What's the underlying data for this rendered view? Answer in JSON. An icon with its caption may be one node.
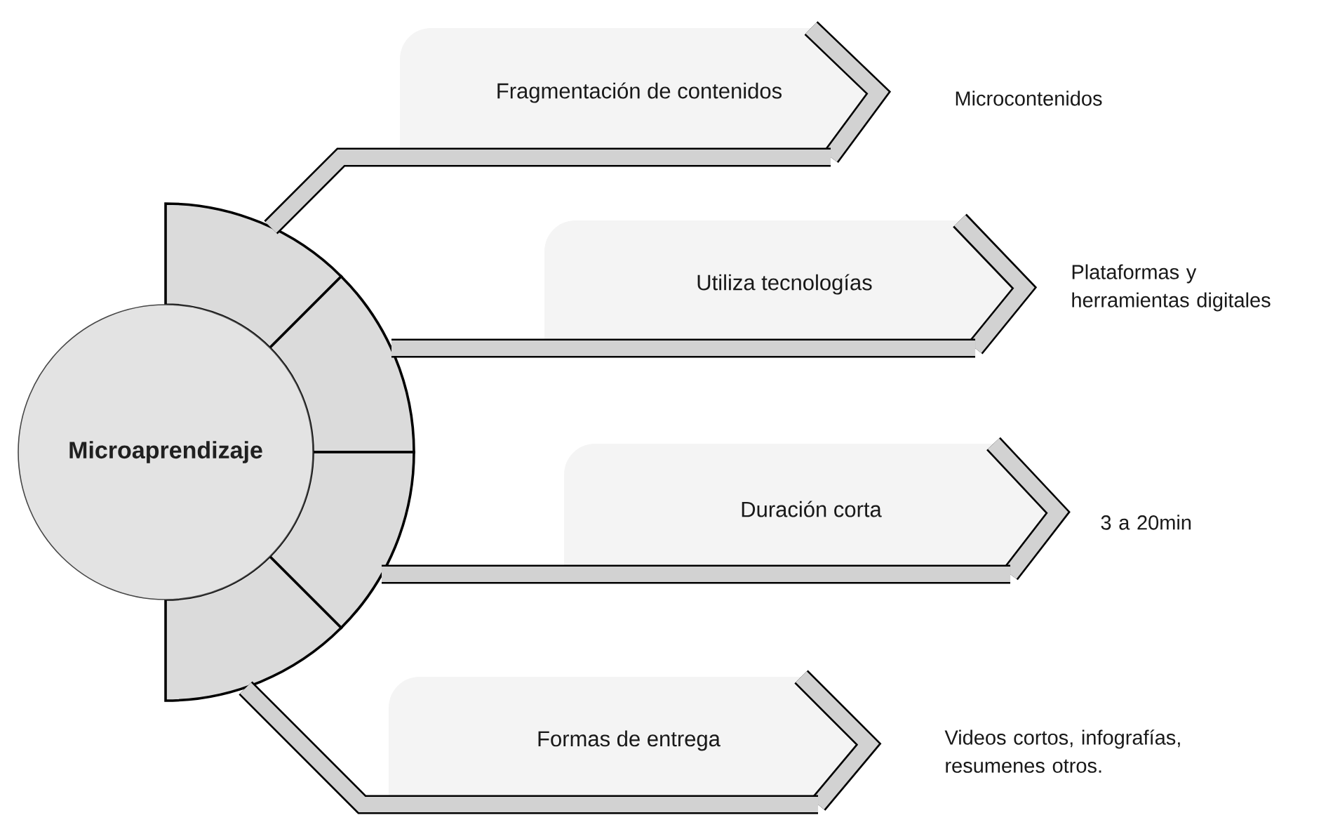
{
  "diagram": {
    "nodes": [
      {
        "text": [
          "Microaprendizaje"
        ]
      },
      {
        "text": [],
        "shape": "sector"
      },
      {
        "text": [],
        "shape": "sector"
      },
      {
        "text": [],
        "shape": "sector"
      },
      {
        "text": [],
        "shape": "sector"
      },
      {
        "text": [
          "Fragmentación de contenidos"
        ],
        "beside": [
          "Microcontenidos"
        ]
      },
      {
        "text": [
          "Utiliza tecnologías"
        ],
        "beside": [
          "Plataformas y herramientas digitales"
        ]
      },
      {
        "text": [
          "Duración corta"
        ],
        "beside": [
          "3 a 20min"
        ]
      },
      {
        "text": [
          "Formas de entrega"
        ],
        "beside": [
          "Videos cortos, infografías, resumenes otros."
        ]
      }
    ],
    "edges": [
      {
        "from": 1,
        "to": 5,
        "arrow": "none"
      },
      {
        "from": 2,
        "to": 6,
        "arrow": "none"
      },
      {
        "from": 3,
        "to": 7,
        "arrow": "none"
      },
      {
        "from": 4,
        "to": 8,
        "arrow": "none"
      }
    ]
  }
}
